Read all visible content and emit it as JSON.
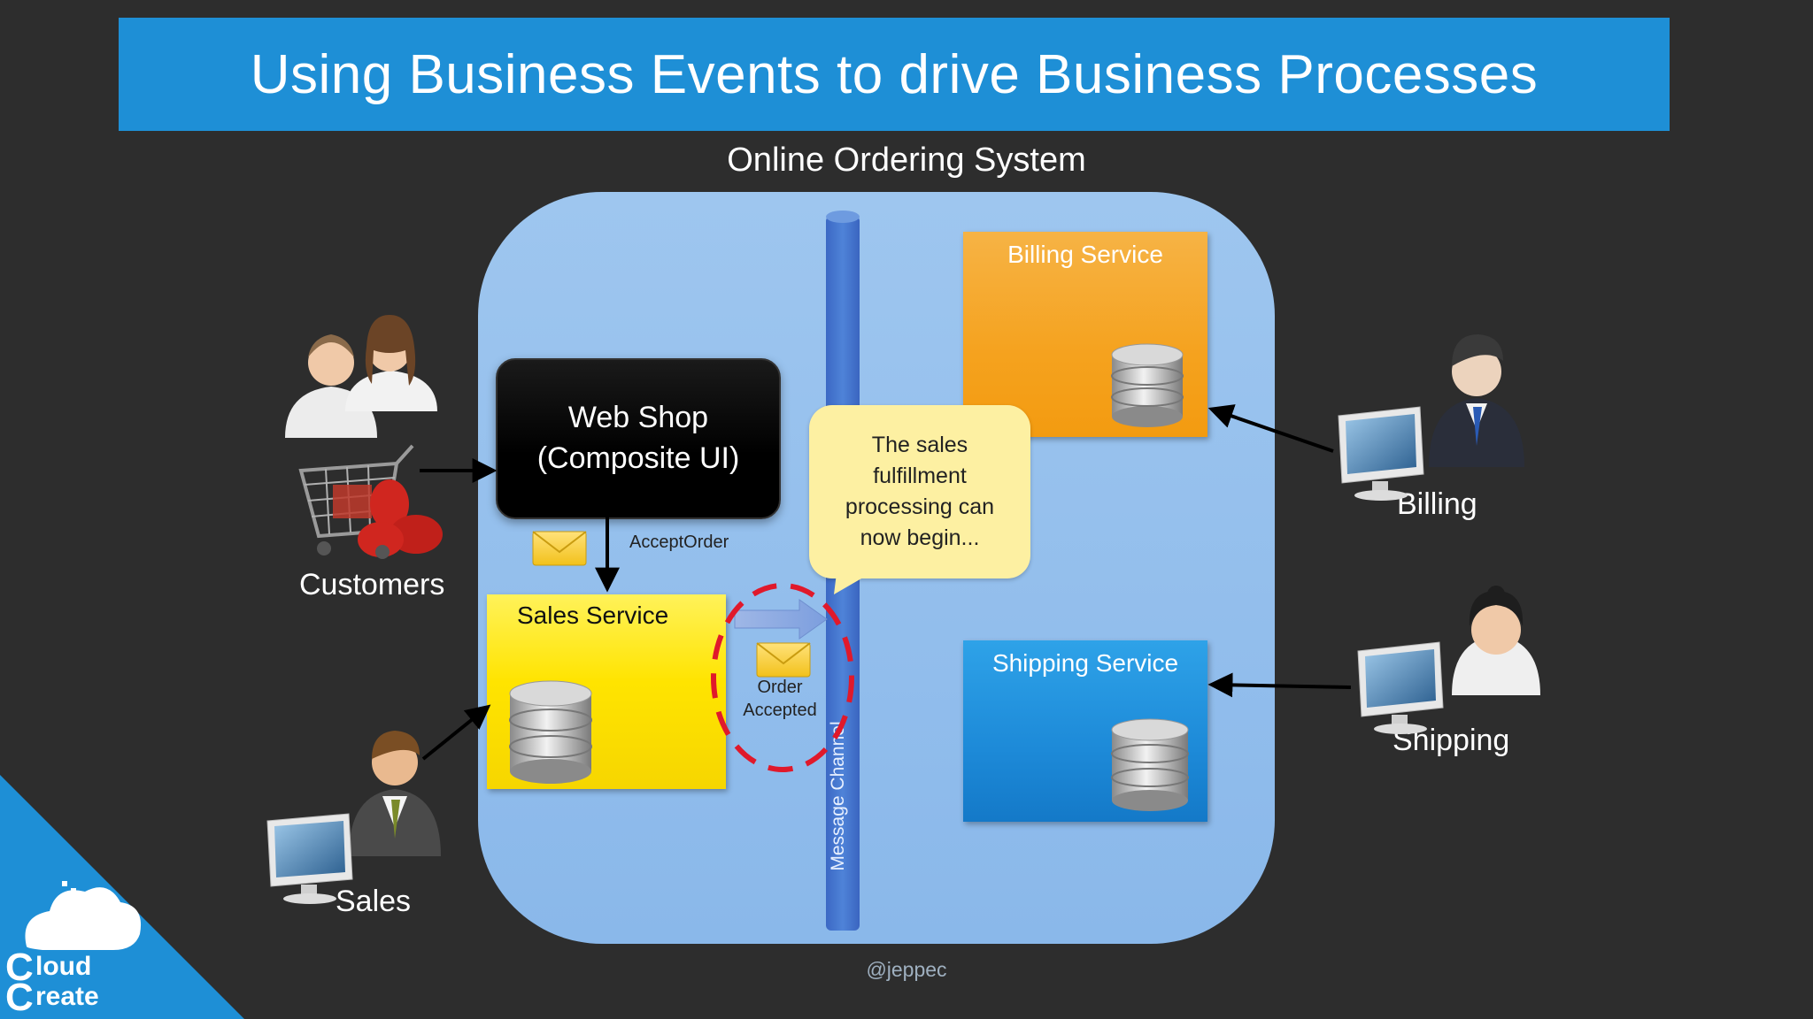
{
  "slide": {
    "title": "Using Business Events to drive Business Processes",
    "subtitle": "Online Ordering System",
    "footer": "@jeppec"
  },
  "components": {
    "web_shop_line1": "Web Shop",
    "web_shop_line2": "(Composite UI)",
    "sales_service": "Sales Service",
    "billing_service": "Billing Service",
    "shipping_service": "Shipping Service",
    "message_channel": "Message Channel"
  },
  "messages": {
    "accept_order": "AcceptOrder",
    "order_accepted_line1": "Order",
    "order_accepted_line2": "Accepted"
  },
  "callout": {
    "text": "The sales fulfillment processing can now begin..."
  },
  "actors": {
    "customers": "Customers",
    "sales": "Sales",
    "billing": "Billing",
    "shipping": "Shipping"
  },
  "logo": {
    "line1": "loud",
    "line2": "reate"
  },
  "colors": {
    "title_bar": "#1e8fd6",
    "background": "#2d2d2d",
    "system_box": "#9ec6ef",
    "sales_service": "#ffe400",
    "billing_service": "#f5a21e",
    "shipping_service": "#1d8ad8",
    "highlight_circle": "#e0192b"
  }
}
